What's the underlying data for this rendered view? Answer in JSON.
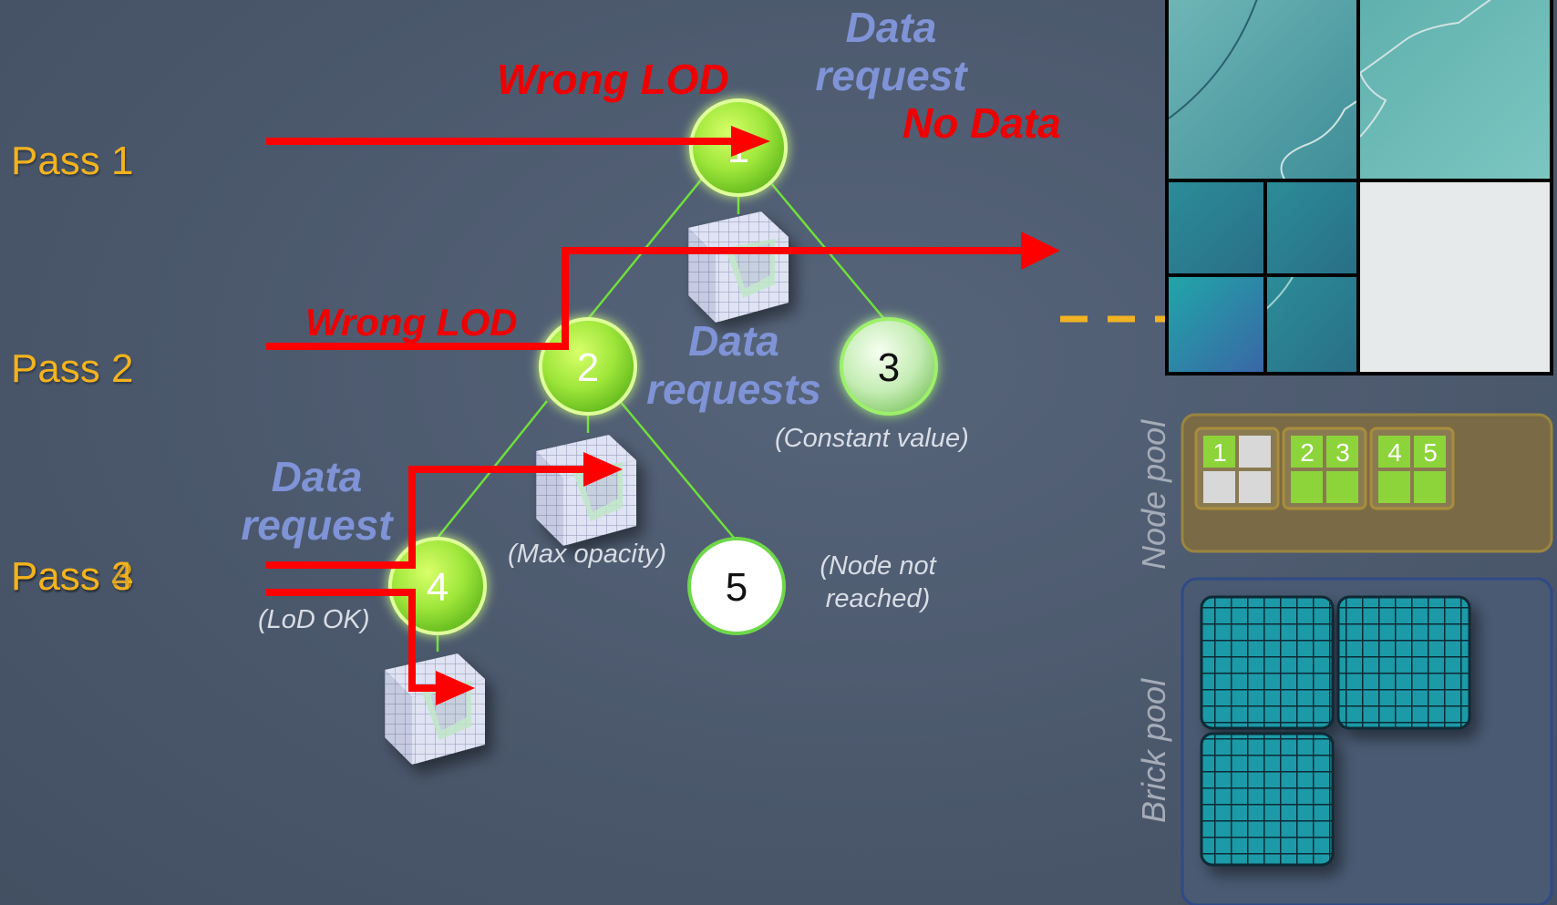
{
  "passes": [
    "Pass 1",
    "Pass 2",
    "Pass 3",
    "Pass 4"
  ],
  "nodes": [
    "1",
    "2",
    "3",
    "4",
    "5"
  ],
  "annotations": {
    "wrong_lod_1": "Wrong LOD",
    "wrong_lod_2": "Wrong LOD",
    "no_data": "No Data",
    "data_request_top": [
      "Data",
      "request"
    ],
    "data_requests_mid": [
      "Data",
      "requests"
    ],
    "data_request_left": [
      "Data",
      "request"
    ],
    "constant_value": "(Constant value)",
    "max_opacity": "(Max opacity)",
    "node_not_reached": [
      "(Node not",
      "reached)"
    ],
    "lod_ok": "(LoD OK)"
  },
  "pools": {
    "node_pool_label": "Node pool",
    "brick_pool_label": "Brick pool",
    "node_tiles": [
      {
        "labels": [
          "1",
          ""
        ],
        "filled": [
          true,
          false,
          false,
          false
        ]
      },
      {
        "labels": [
          "2",
          "3"
        ],
        "filled": [
          true,
          true,
          true,
          true
        ]
      },
      {
        "labels": [
          "4",
          "5"
        ],
        "filled": [
          true,
          true,
          true,
          true
        ]
      }
    ]
  },
  "colors": {
    "pass_label": "#f3b31e",
    "red_ray": "#ff0000",
    "annotation_blue": "#7f93d6",
    "node_green": "#9ee63a",
    "edge_green": "#6fe03a",
    "dashed_arrow": "#f0b323",
    "node_pool_bg": "#7a6a45",
    "brick_pool_bg": "#495a72",
    "brick_cells": "#1a9aaa"
  }
}
